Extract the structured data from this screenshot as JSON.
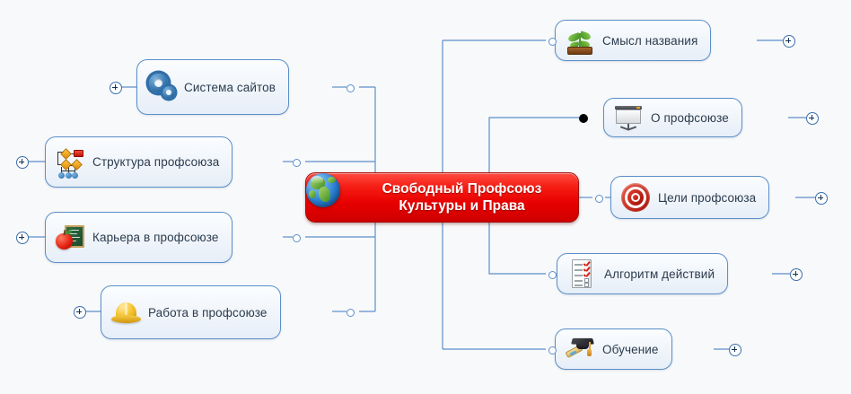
{
  "background_color": "#f8f9fa",
  "central": {
    "title_line1": "Свободный Профсоюз",
    "title_line2": "Культуры и Права",
    "icon": "globe-icon",
    "fill_color": "#e60000",
    "text_color": "#ffffff"
  },
  "branch_colors": {
    "line": "#5b8fc9",
    "node_border": "#5b8fc9",
    "node_text": "#2b3b4d",
    "plus_border": "#3c6fae"
  },
  "right_nodes": [
    {
      "label": "Смысл названия",
      "icon": "sprout-icon",
      "expand": "+",
      "connector": "hollow"
    },
    {
      "label": "О профсоюзе",
      "icon": "projector-screen-icon",
      "expand": "+",
      "connector": "filled"
    },
    {
      "label": "Цели профсоюза",
      "icon": "target-icon",
      "expand": "+",
      "connector": "hollow"
    },
    {
      "label": "Алгоритм действий",
      "icon": "checklist-icon",
      "expand": "+",
      "connector": "hollow"
    },
    {
      "label": "Обучение",
      "icon": "graduation-cap-icon",
      "expand": "+",
      "connector": "hollow"
    }
  ],
  "left_nodes": [
    {
      "label": "Система сайтов",
      "icon": "gears-icon",
      "expand": "+",
      "connector": "hollow"
    },
    {
      "label": "Структура профсоюза",
      "icon": "flowchart-icon",
      "expand": "+",
      "connector": "hollow"
    },
    {
      "label": "Карьера в профсоюзе",
      "icon": "apple-chalkboard-icon",
      "expand": "+",
      "connector": "hollow"
    },
    {
      "label": "Работа в профсоюзе",
      "icon": "hard-hat-icon",
      "expand": "+",
      "connector": "hollow"
    }
  ]
}
